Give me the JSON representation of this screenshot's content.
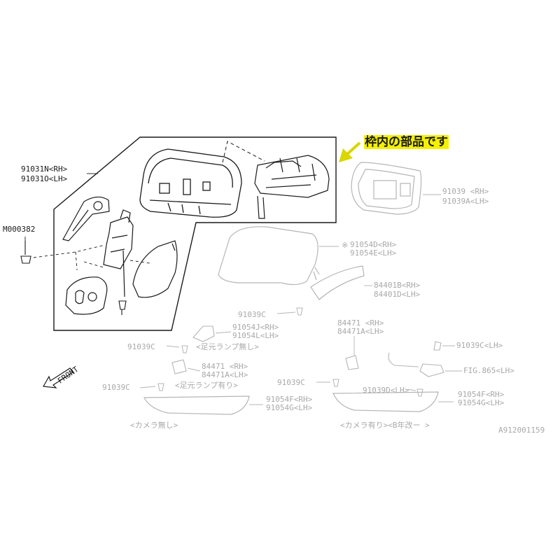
{
  "callout": "枠内の部品です",
  "front_label": "FRONT",
  "drawing_id": "A912001159",
  "frame_parts": [
    {
      "id": "rh",
      "text": "91031N<RH>"
    },
    {
      "id": "lh",
      "text": "91031O<LH>"
    },
    {
      "id": "bolt",
      "text": "M000382"
    }
  ],
  "parts": {
    "p1": "91039 <RH>",
    "p2": "91039A<LH>",
    "p3": "91054D<RH>",
    "p4": "91054E<LH>",
    "p5": "84401B<RH>",
    "p6": "84401D<LH>",
    "p7": "91039C",
    "p8": "91054J<RH>",
    "p9": "91054L<LH>",
    "p10": "<足元ランプ無し>",
    "p11": "84471 <RH>",
    "p12": "84471A<LH>",
    "p13": "91039C",
    "p14": "84471 <RH>",
    "p15": "84471A<LH>",
    "p16": "<足元ランプ有り>",
    "p17": "91039C",
    "p18": "91039C<LH>",
    "p19": "FIG.865<LH>",
    "p20": "91039C",
    "p21": "91039D<LH>",
    "p22": "91054F<RH>",
    "p23": "91054G<LH>",
    "p24": "91054F<RH>",
    "p25": "91054G<LH>",
    "p26": "<カメラ無し>",
    "p27": "<カメラ有り><B年改ー >",
    "mark": "※"
  },
  "colors": {
    "line_dark": "#1a1a1a",
    "line_grey": "#b5b5b5",
    "highlight": "#f3f000",
    "arrow": "#d9d600"
  }
}
